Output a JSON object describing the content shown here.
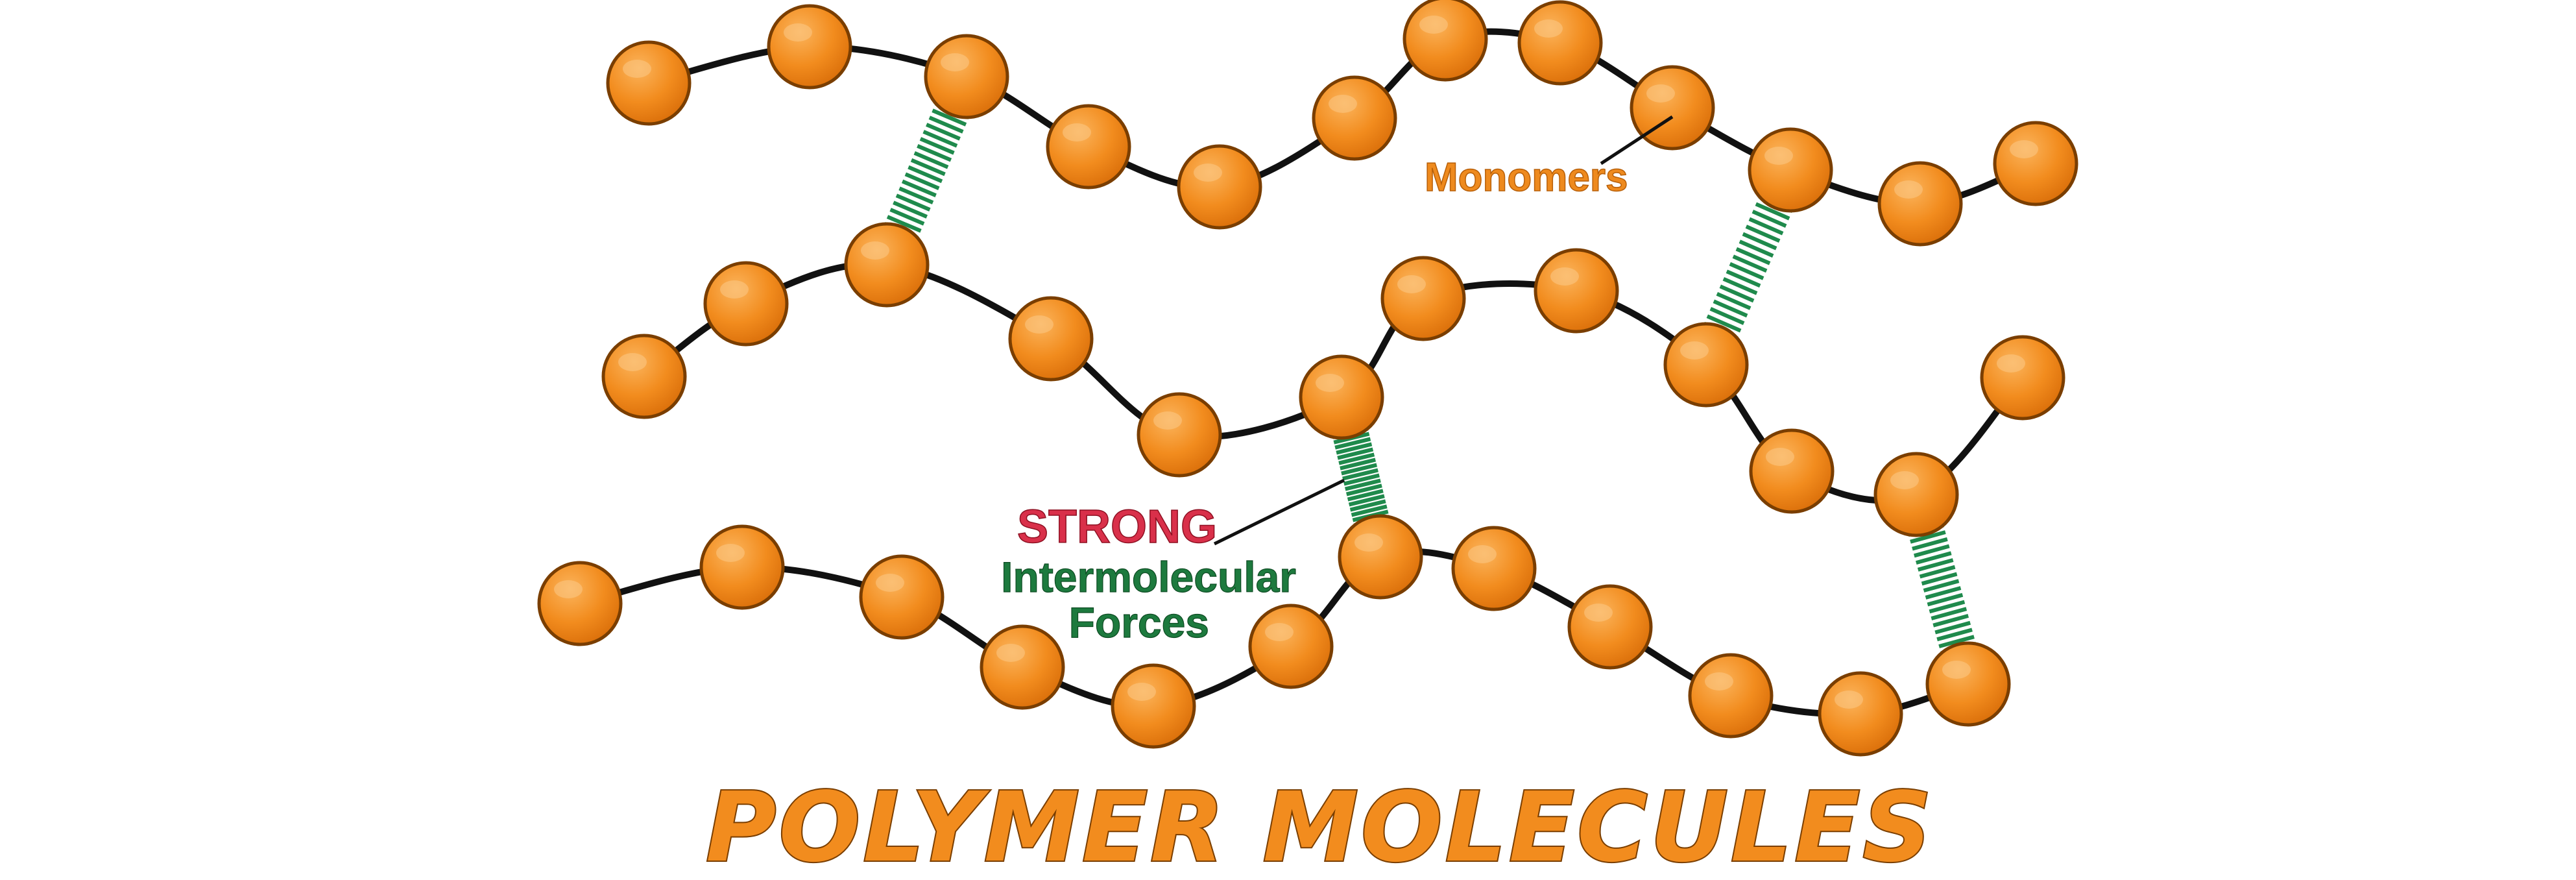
{
  "title": "POLYMER MOLECULES",
  "labels": {
    "monomers": "Monomers",
    "strong": "STRONG",
    "intermolecular": "Intermolecular",
    "forces": "Forces"
  },
  "colors": {
    "monomer_fill": "#f28c1e",
    "monomer_outline": "#7a3e00",
    "chain_line": "#111111",
    "bond_stripes": "#1f8a4c",
    "title": "#f28c1e",
    "strong_label": "#d9304a",
    "forces_label": "#1d7a3e",
    "monomers_label": "#ee8a1e"
  }
}
